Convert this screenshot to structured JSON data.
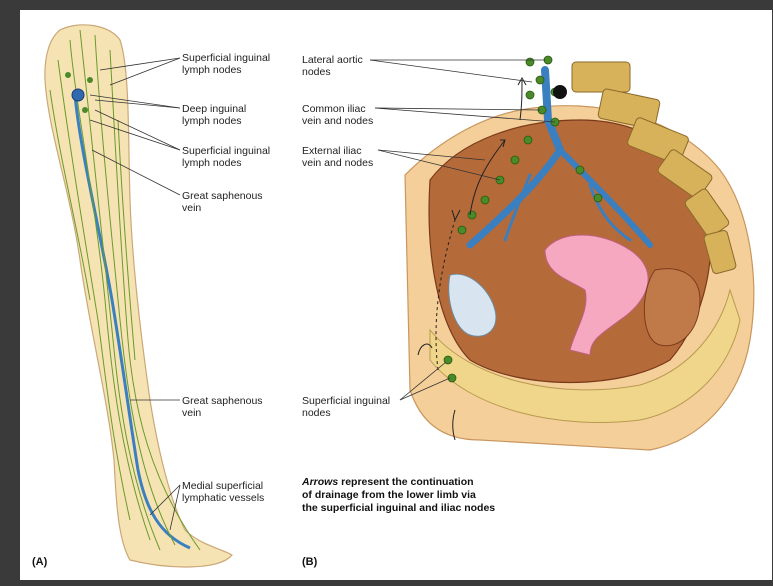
{
  "panel_a": {
    "label": "(A)",
    "callouts": {
      "superficial_inguinal_1": "Superficial inguinal\nlymph nodes",
      "deep_inguinal": "Deep inguinal\nlymph nodes",
      "superficial_inguinal_2": "Superficial inguinal\nlymph nodes",
      "great_saphenous_1": "Great saphenous\nvein",
      "great_saphenous_2": "Great saphenous\nvein",
      "medial_superficial": "Medial superficial\nlymphatic vessels"
    }
  },
  "panel_b": {
    "label": "(B)",
    "callouts": {
      "lateral_aortic": "Lateral aortic\nnodes",
      "common_iliac": "Common iliac\nvein and nodes",
      "external_iliac": "External iliac\nvein and nodes",
      "superficial_inguinal": "Superficial inguinal\nnodes"
    },
    "caption_em": "Arrows",
    "caption_rest": " represent the continuation",
    "caption_line2": "of drainage from the lower limb via",
    "caption_line3": "the superficial inguinal and iliac nodes"
  },
  "colors": {
    "vein": "#3a7fc0",
    "lymph": "#4a8a2a",
    "skin": "#f6e3b4",
    "muscle": "#9a4a2a"
  }
}
